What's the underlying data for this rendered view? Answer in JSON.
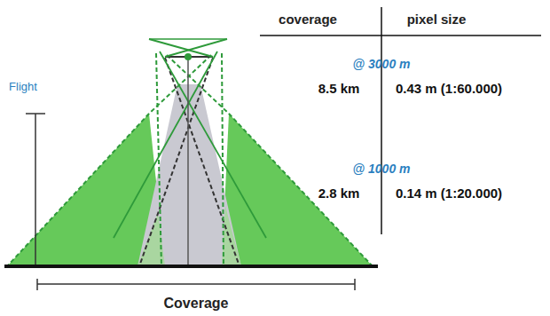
{
  "diagram": {
    "labels": [
      "coverage",
      "pixel size",
      "Flight",
      "@ 3000 m",
      "8.5 km",
      "0.43 m (1:60.000)",
      "@ 1000 m",
      "2.8 km",
      "0.14 m (1:20.000)",
      "Coverage"
    ]
  }
}
